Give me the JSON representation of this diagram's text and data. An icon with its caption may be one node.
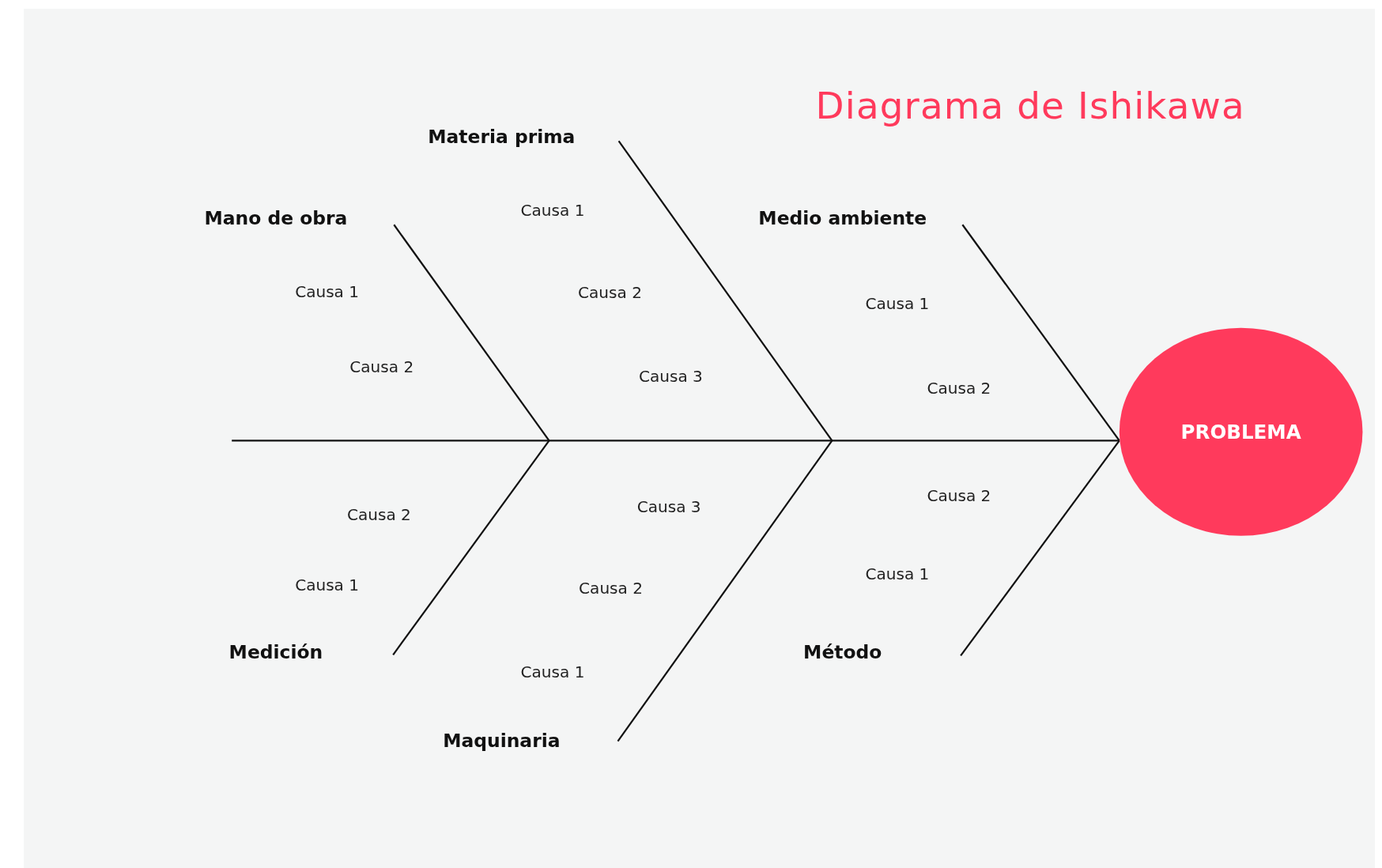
{
  "diagram": {
    "title": "Diagrama de Ishikawa",
    "nodes": [
      {
        "text": [
          "Materia prima"
        ]
      },
      {
        "text": [
          "Mano de obra"
        ]
      },
      {
        "text": [
          "Medio ambiente"
        ]
      },
      {
        "text": [
          "PROBLEMA"
        ]
      },
      {
        "text": [
          "Medición"
        ]
      },
      {
        "text": [
          "Maquinaria"
        ]
      },
      {
        "text": [
          "Método"
        ]
      }
    ],
    "edges": [
      {
        "from": null,
        "to": 3,
        "arrow": "none"
      },
      {
        "from": 1,
        "to": null,
        "arrow": "none"
      },
      {
        "from": 0,
        "to": null,
        "arrow": "none"
      },
      {
        "from": 2,
        "to": 3,
        "arrow": "none"
      },
      {
        "from": 4,
        "to": null,
        "arrow": "none"
      },
      {
        "from": 5,
        "to": null,
        "arrow": "none"
      },
      {
        "from": 6,
        "to": 3,
        "arrow": "none"
      }
    ],
    "labels": [
      "Causa 1",
      "Causa 1",
      "Causa 2",
      "Causa 1",
      "Causa 2",
      "Causa 3",
      "Causa 2",
      "Causa 2",
      "Causa 3",
      "Causa 2",
      "Causa 1",
      "Causa 1",
      "Causa 2",
      "Causa 1"
    ]
  }
}
